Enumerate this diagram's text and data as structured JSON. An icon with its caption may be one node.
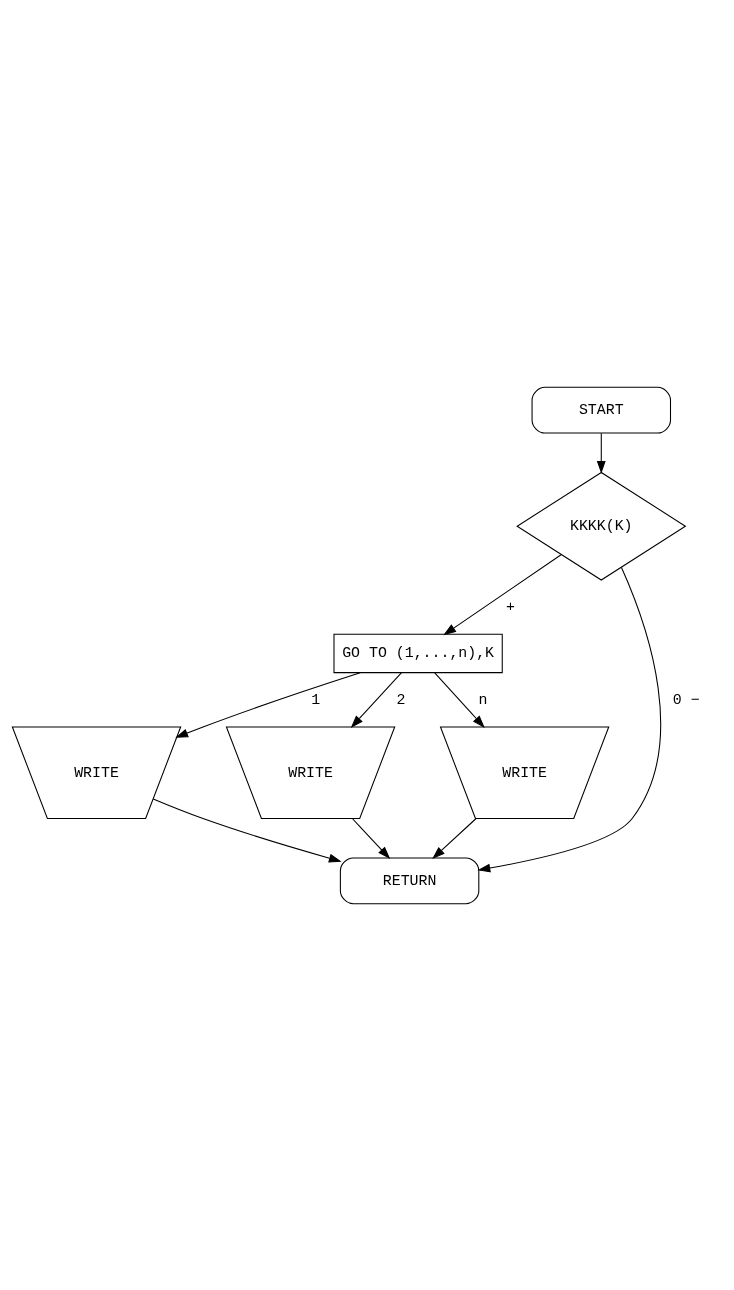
{
  "diagram": {
    "nodes": [
      {
        "text": [
          "START"
        ]
      },
      {
        "text": [
          "KKKK(K)"
        ]
      },
      {
        "text": [
          "GO TO (1,...,n),K"
        ]
      },
      {
        "text": [
          "WRITE"
        ]
      },
      {
        "text": [
          "WRITE"
        ]
      },
      {
        "text": [
          "WRITE"
        ]
      },
      {
        "text": [
          "RETURN"
        ]
      }
    ],
    "edges": [
      {
        "from": 0,
        "to": 1,
        "arrow": "to"
      },
      {
        "from": 1,
        "to": 6,
        "arrow": "to",
        "label": "0 −"
      },
      {
        "from": 1,
        "to": 2,
        "arrow": "to",
        "label": "+"
      },
      {
        "from": 2,
        "to": 3,
        "arrow": "to",
        "label": "1"
      },
      {
        "from": 2,
        "to": 4,
        "arrow": "to",
        "label": "2"
      },
      {
        "from": 2,
        "to": 5,
        "arrow": "to",
        "label": "n"
      },
      {
        "from": 3,
        "to": 6,
        "arrow": "to"
      },
      {
        "from": 4,
        "to": 6,
        "arrow": "to"
      },
      {
        "from": 5,
        "to": 6,
        "arrow": "to"
      }
    ]
  }
}
